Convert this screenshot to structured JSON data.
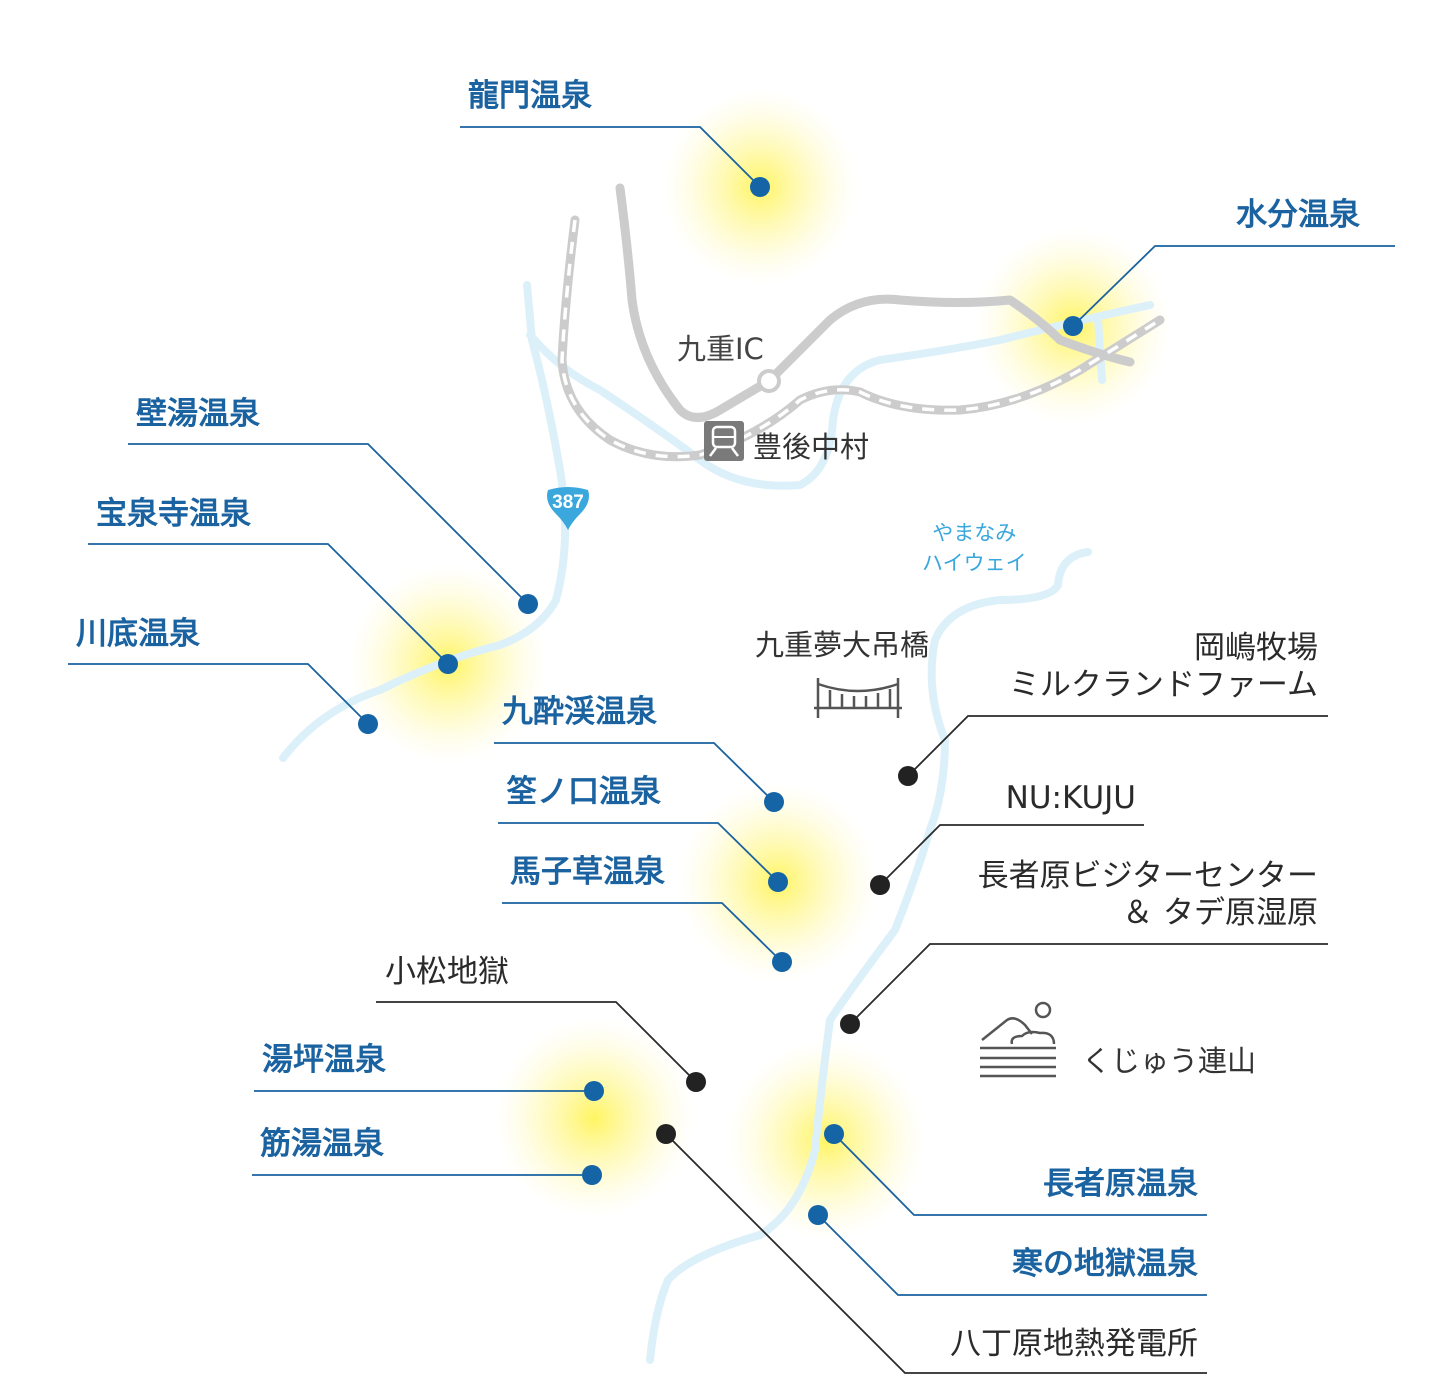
{
  "hot_springs": [
    {
      "name": "龍門温泉"
    },
    {
      "name": "水分温泉"
    },
    {
      "name": "壁湯温泉"
    },
    {
      "name": "宝泉寺温泉"
    },
    {
      "name": "川底温泉"
    },
    {
      "name": "九酔渓温泉"
    },
    {
      "name": "筌ノ口温泉"
    },
    {
      "name": "馬子草温泉"
    },
    {
      "name": "湯坪温泉"
    },
    {
      "name": "筋湯温泉"
    },
    {
      "name": "長者原温泉"
    },
    {
      "name": "寒の地獄温泉"
    }
  ],
  "spots": [
    {
      "line1": "岡嶋牧場",
      "line2": "ミルクランドファーム"
    },
    {
      "line1": "NU:KUJU"
    },
    {
      "line1": "長者原ビジターセンター",
      "line2": "＆ タデ原湿原"
    },
    {
      "line1": "小松地獄"
    },
    {
      "line1": "八丁原地熱発電所"
    }
  ],
  "landmarks": {
    "interchange": "九重IC",
    "station": "豊後中村",
    "bridge": "九重夢大吊橋",
    "mountains": "くじゅう連山",
    "highway_line1": "やまなみ",
    "highway_line2": "ハイウェイ",
    "route_number": "387"
  },
  "colors": {
    "hot_spring": "#1a62a0",
    "spot": "#2a2a2a",
    "river": "#dff0f8",
    "road": "#cccccc",
    "glow": "#fff8a0",
    "highway": "#3aa8dc"
  }
}
